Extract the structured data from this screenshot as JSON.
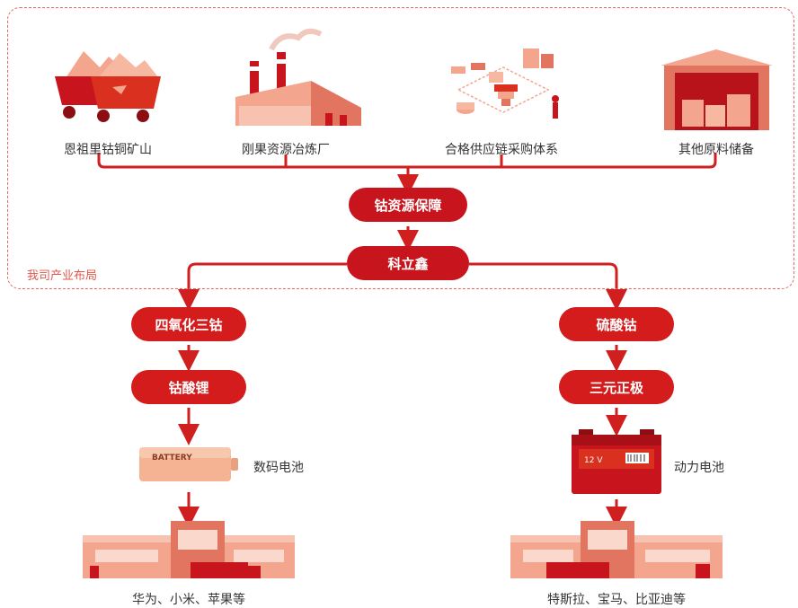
{
  "layout_label": "我司产业布局",
  "sources": [
    {
      "label": "恩祖里钴铜矿山",
      "icon": "mine-cart-icon"
    },
    {
      "label": "刚果资源冶炼厂",
      "icon": "smelter-factory-icon"
    },
    {
      "label": "合格供应链采购体系",
      "icon": "supply-chain-icon"
    },
    {
      "label": "其他原料储备",
      "icon": "warehouse-icon"
    }
  ],
  "cobalt_guarantee": "钴资源保障",
  "company": "科立鑫",
  "left_branch": {
    "product1": "四氧化三钴",
    "product2": "钴酸锂",
    "battery_text": "BATTERY",
    "battery_type": "数码电池",
    "customers": "华为、小米、苹果等"
  },
  "right_branch": {
    "product1": "硫酸钴",
    "product2": "三元正极",
    "battery_text": "12 V",
    "battery_type": "动力电池",
    "customers": "特斯拉、宝马、比亚迪等"
  },
  "colors": {
    "accent": "#d41c1c",
    "line": "#cf1f1f",
    "light": "#f4a58e"
  }
}
